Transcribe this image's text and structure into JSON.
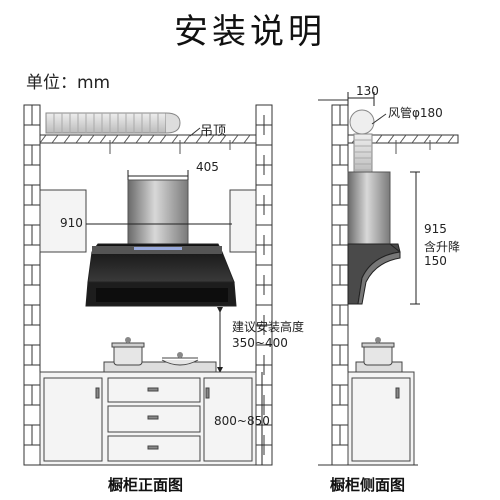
{
  "title": "安装说明",
  "unit": "单位：mm",
  "front_view": {
    "ceiling_label": "吊顶",
    "width_dim": "405",
    "hood_width_dim": "910",
    "install_height_label_line1": "建议安装高度",
    "install_height_label_line2": "350~400",
    "cabinet_height_dim": "800~850",
    "caption": "橱柜正面图"
  },
  "side_view": {
    "depth_dim": "130",
    "duct_label": "风管φ180",
    "height_dim": "915",
    "lift_label": "含升降",
    "lift_value": "150",
    "caption": "橱柜侧面图"
  },
  "colors": {
    "wall_line": "#333333",
    "hood_dark": "#2b2b2b",
    "hood_steel": "#8a8a8a",
    "cabinet_fill": "#f2f2f2"
  }
}
